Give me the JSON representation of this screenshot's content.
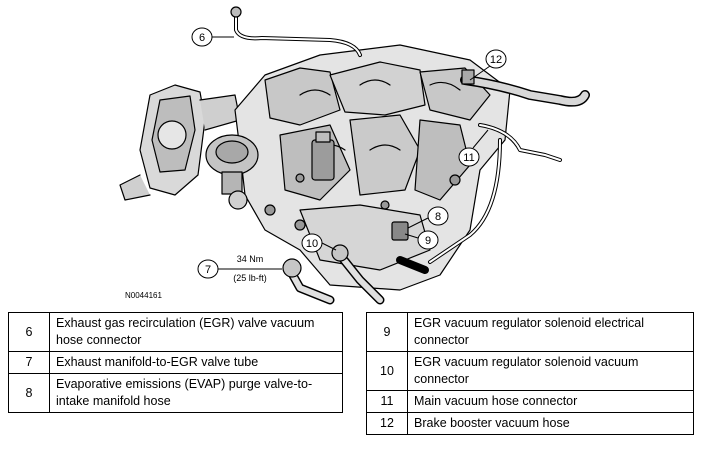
{
  "figure": {
    "figure_id": "N0044161",
    "callouts": [
      "6",
      "7",
      "8",
      "9",
      "10",
      "11",
      "12"
    ],
    "torque": {
      "line1": "34 Nm",
      "line2": "(25 lb-ft)"
    }
  },
  "legend_left": [
    {
      "num": "6",
      "desc": "Exhaust gas recirculation (EGR) valve vacuum hose connector"
    },
    {
      "num": "7",
      "desc": "Exhaust manifold-to-EGR valve tube"
    },
    {
      "num": "8",
      "desc": "Evaporative emissions (EVAP) purge valve-to-intake manifold hose"
    }
  ],
  "legend_right": [
    {
      "num": "9",
      "desc": "EGR vacuum regulator solenoid electrical connector"
    },
    {
      "num": "10",
      "desc": "EGR vacuum regulator solenoid vacuum connector"
    },
    {
      "num": "11",
      "desc": "Main vacuum hose connector"
    },
    {
      "num": "12",
      "desc": "Brake booster vacuum hose"
    }
  ]
}
